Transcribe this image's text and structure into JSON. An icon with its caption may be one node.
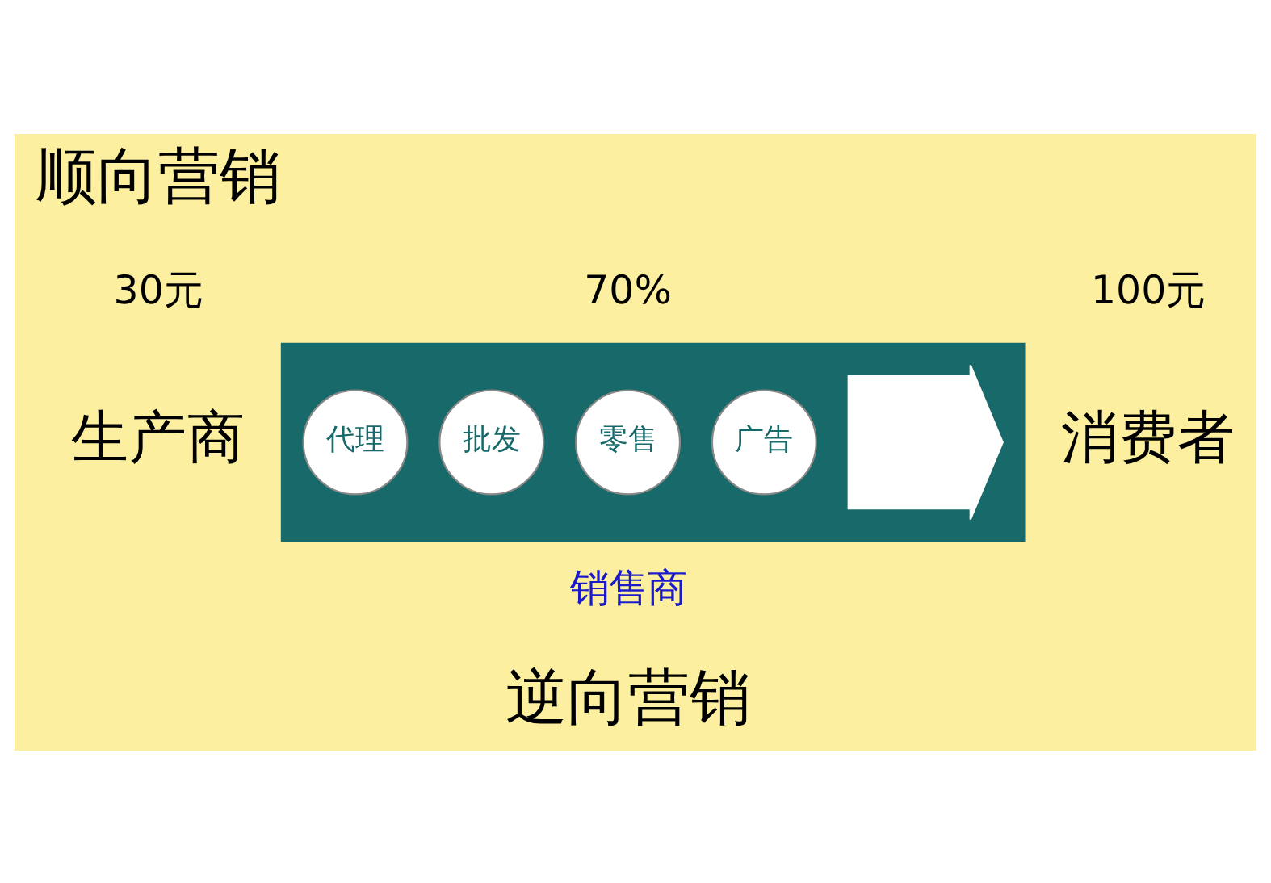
{
  "diagram": {
    "nodes": [
      {
        "text": [
          "生产商"
        ],
        "beside": [
          "30元"
        ]
      },
      {
        "text": [],
        "shape": "box",
        "beside": [
          "70%",
          "销售商"
        ]
      },
      {
        "text": [
          "代理"
        ],
        "in": 1
      },
      {
        "text": [
          "批发"
        ],
        "in": 1
      },
      {
        "text": [
          "零售"
        ],
        "in": 1
      },
      {
        "text": [
          "广告"
        ],
        "in": 1
      },
      {
        "text": [],
        "shape": "arrow",
        "in": 1
      },
      {
        "text": [
          "消费者"
        ],
        "beside": [
          "100元"
        ]
      }
    ],
    "edges": [],
    "labels": [
      "顺向营销",
      "逆向营销"
    ]
  }
}
